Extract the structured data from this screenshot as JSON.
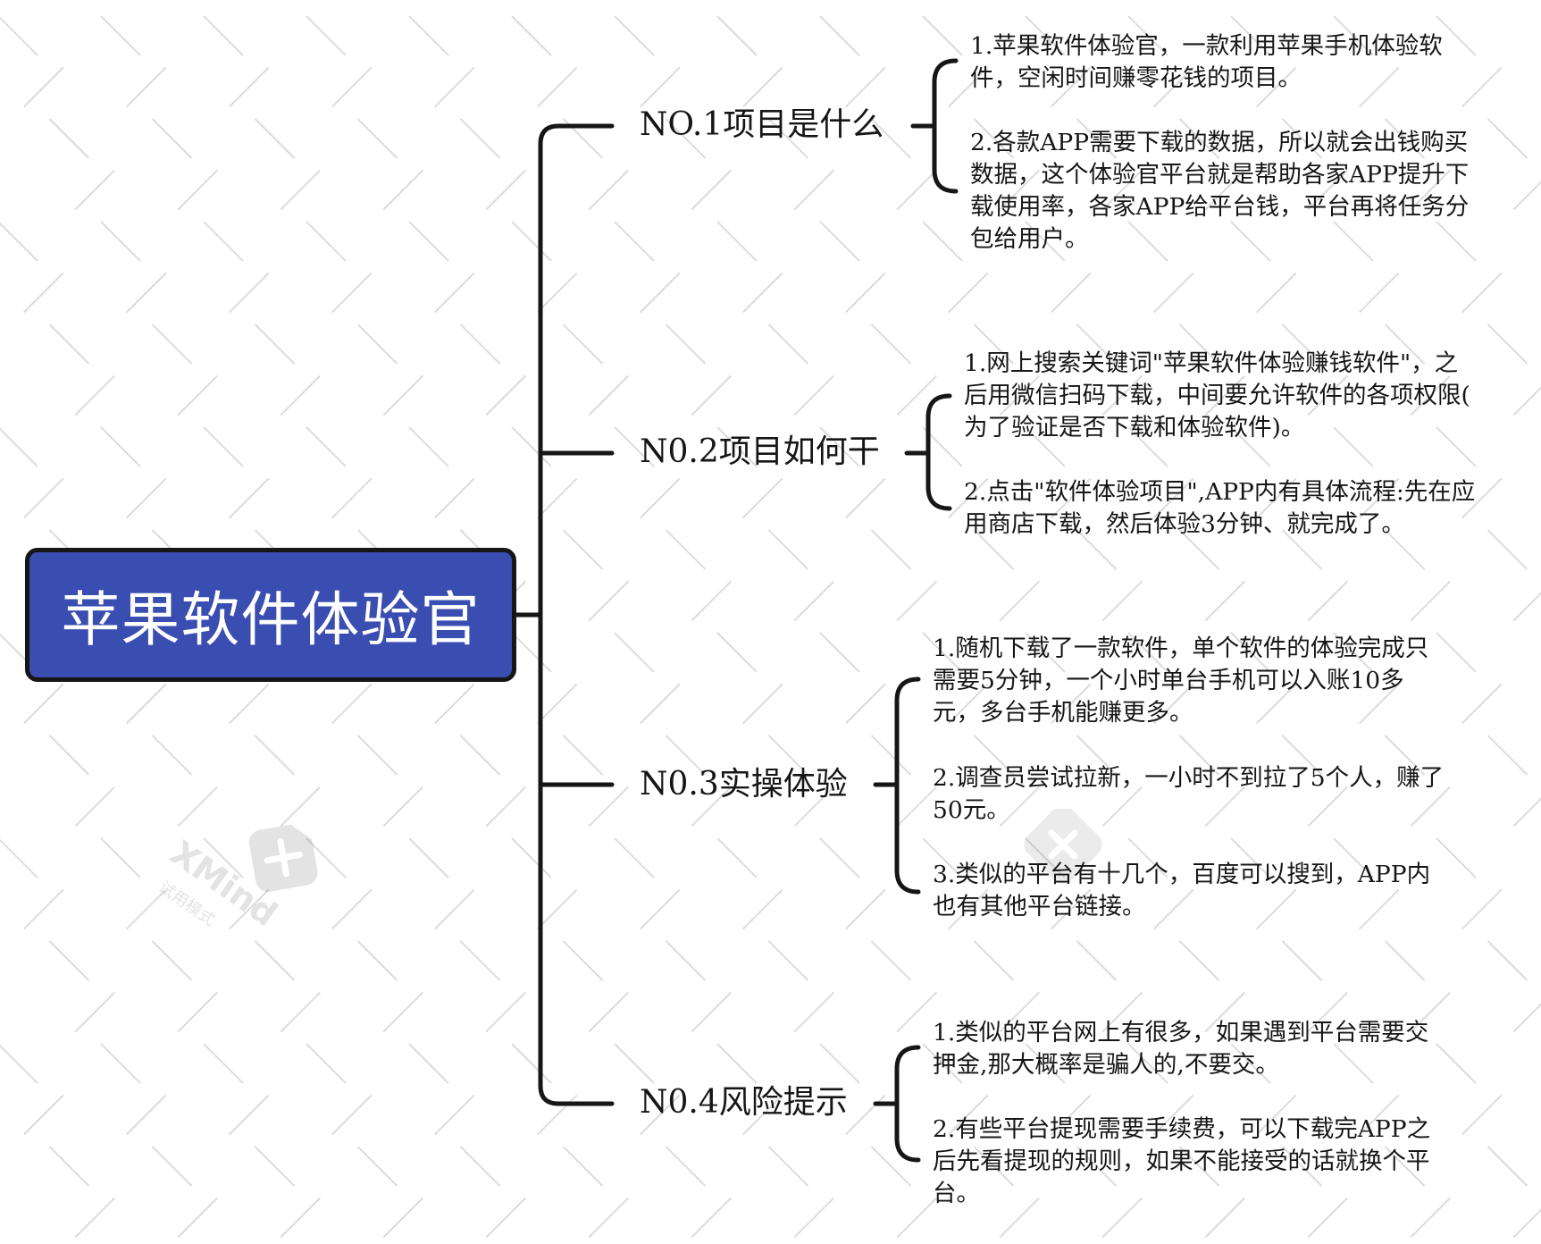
{
  "root": {
    "label": "苹果软件体验官"
  },
  "branches": [
    {
      "label": "NO.1项目是什么",
      "leaves": [
        [
          "1.苹果软件体验官，一款利用苹果手机体验软",
          "件，空闲时间赚零花钱的项目。"
        ],
        [
          "2.各款APP需要下载的数据，所以就会出钱购买",
          "数据，这个体验官平台就是帮助各家APP提升下",
          "载使用率，各家APP给平台钱，平台再将任务分",
          "包给用户。"
        ]
      ]
    },
    {
      "label": "N0.2项目如何干",
      "leaves": [
        [
          "1.网上搜索关键词\"苹果软件体验赚钱软件\"，之",
          "后用微信扫码下载，中间要允许软件的各项权限(",
          "为了验证是否下载和体验软件)。"
        ],
        [
          "2.点击\"软件体验项目\",APP内有具体流程:先在应",
          "用商店下载，然后体验3分钟、就完成了。"
        ]
      ]
    },
    {
      "label": "N0.3实操体验",
      "leaves": [
        [
          "1.随机下载了一款软件，单个软件的体验完成只",
          "需要5分钟，一个小时单台手机可以入账10多",
          "元，多台手机能赚更多。"
        ],
        [
          "2.调查员尝试拉新，一小时不到拉了5个人，赚了",
          "50元。"
        ],
        [
          "3.类似的平台有十几个，百度可以搜到，APP内",
          "也有其他平台链接。"
        ]
      ]
    },
    {
      "label": "N0.4风险提示",
      "leaves": [
        [
          "1.类似的平台网上有很多，如果遇到平台需要交",
          "押金,那大概率是骗人的,不要交。"
        ],
        [
          "2.有些平台提现需要手续费，可以下载完APP之",
          "后先看提现的规则，如果不能接受的话就换个平",
          "台。"
        ]
      ]
    }
  ],
  "watermark": {
    "brand": "XMind",
    "subtitle": "试用模式"
  },
  "colors": {
    "root_fill": "#3a4db0",
    "line": "#161616",
    "text": "#161616"
  }
}
